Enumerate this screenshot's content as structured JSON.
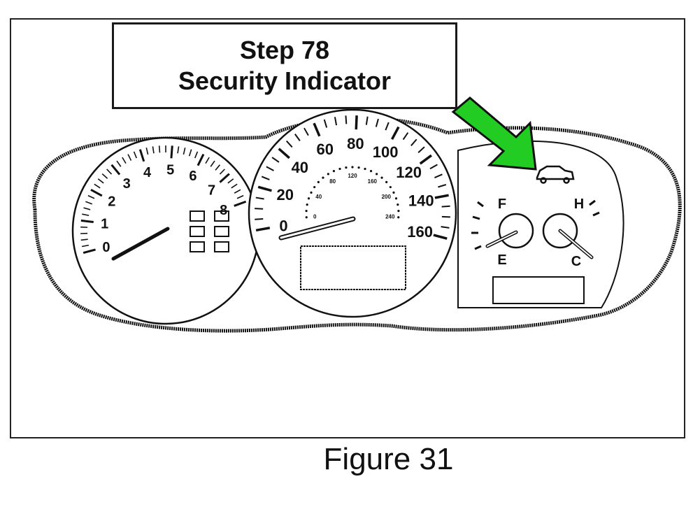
{
  "callout": {
    "line1": "Step 78",
    "line2": "Security Indicator"
  },
  "caption": "Figure 31",
  "tachometer": {
    "labels": [
      "0",
      "1",
      "2",
      "3",
      "4",
      "5",
      "6",
      "7",
      "8"
    ]
  },
  "speedometer": {
    "mph_labels": [
      "0",
      "20",
      "40",
      "60",
      "80",
      "100",
      "120",
      "140",
      "160"
    ],
    "kmh_labels": [
      "0",
      "40",
      "80",
      "120",
      "160",
      "200",
      "240"
    ]
  },
  "fuel_gauge": {
    "full_label": "F",
    "empty_label": "E"
  },
  "temp_gauge": {
    "hot_label": "H",
    "cold_label": "C"
  },
  "colors": {
    "arrow": "#22cc22",
    "line": "#111111"
  },
  "icons": {
    "indicator": "security-car-icon"
  }
}
